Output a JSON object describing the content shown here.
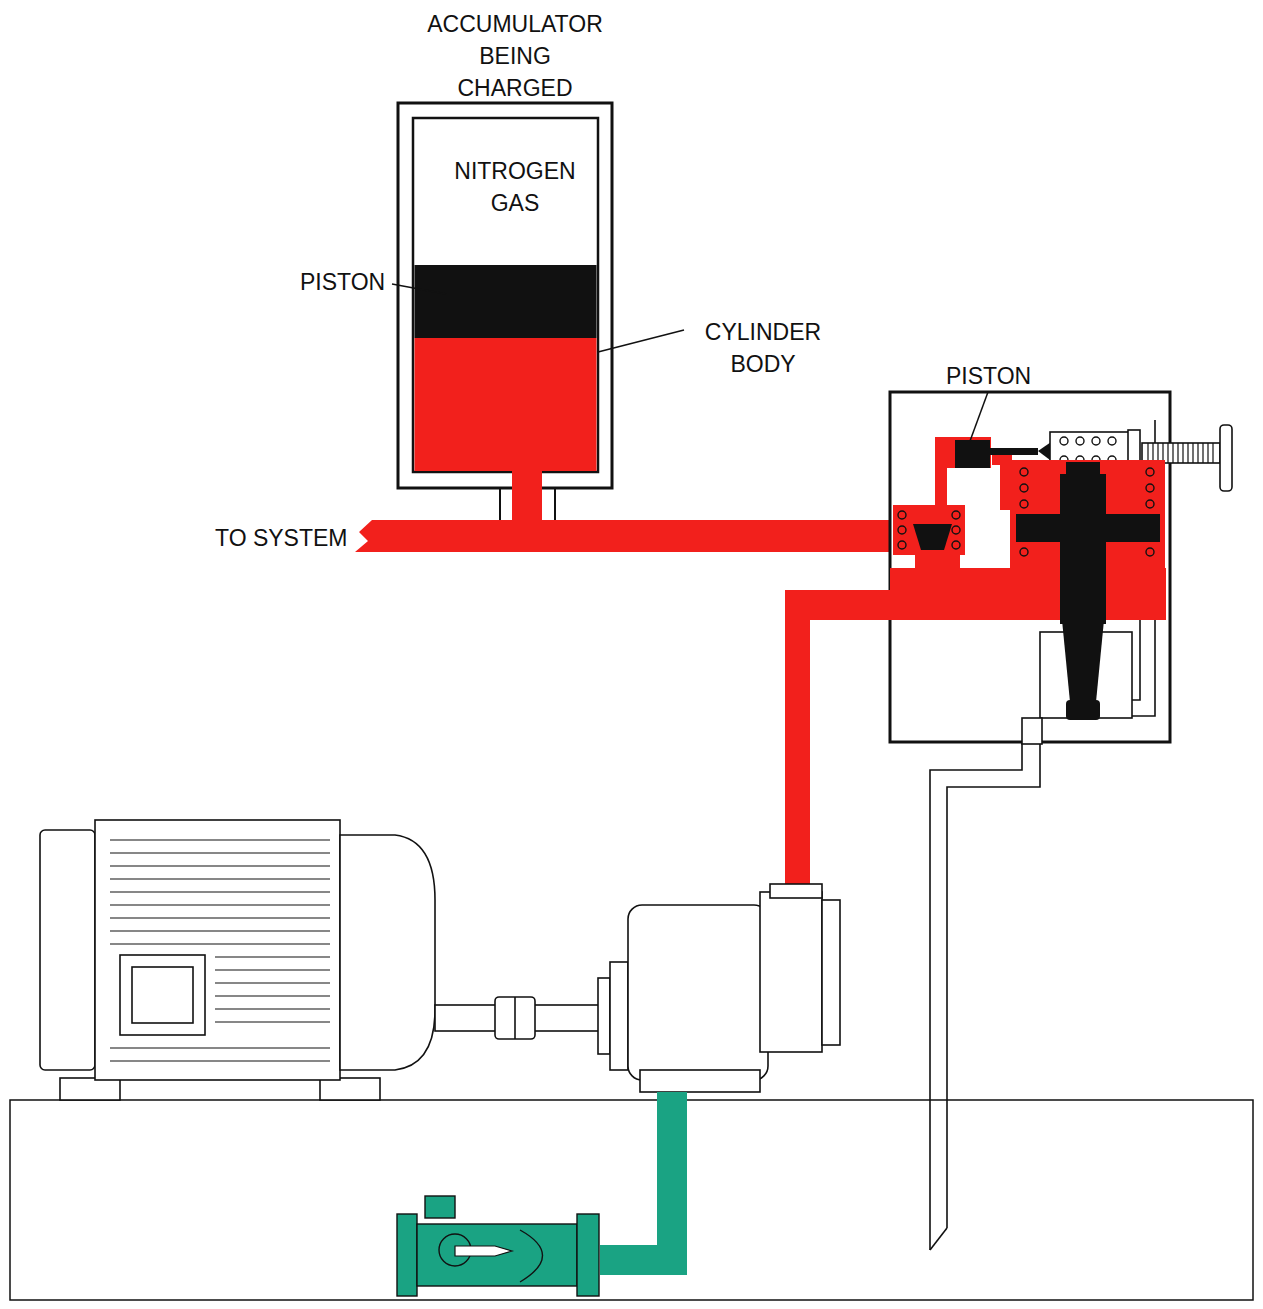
{
  "diagram": {
    "nodes": [
      {
        "text": [
          "ACCUMULATOR BEING CHARGED",
          "NITROGEN GAS"
        ]
      }
    ],
    "labels": [
      "PISTON",
      "CYLINDER BODY",
      "PISTON",
      "TO SYSTEM"
    ]
  }
}
